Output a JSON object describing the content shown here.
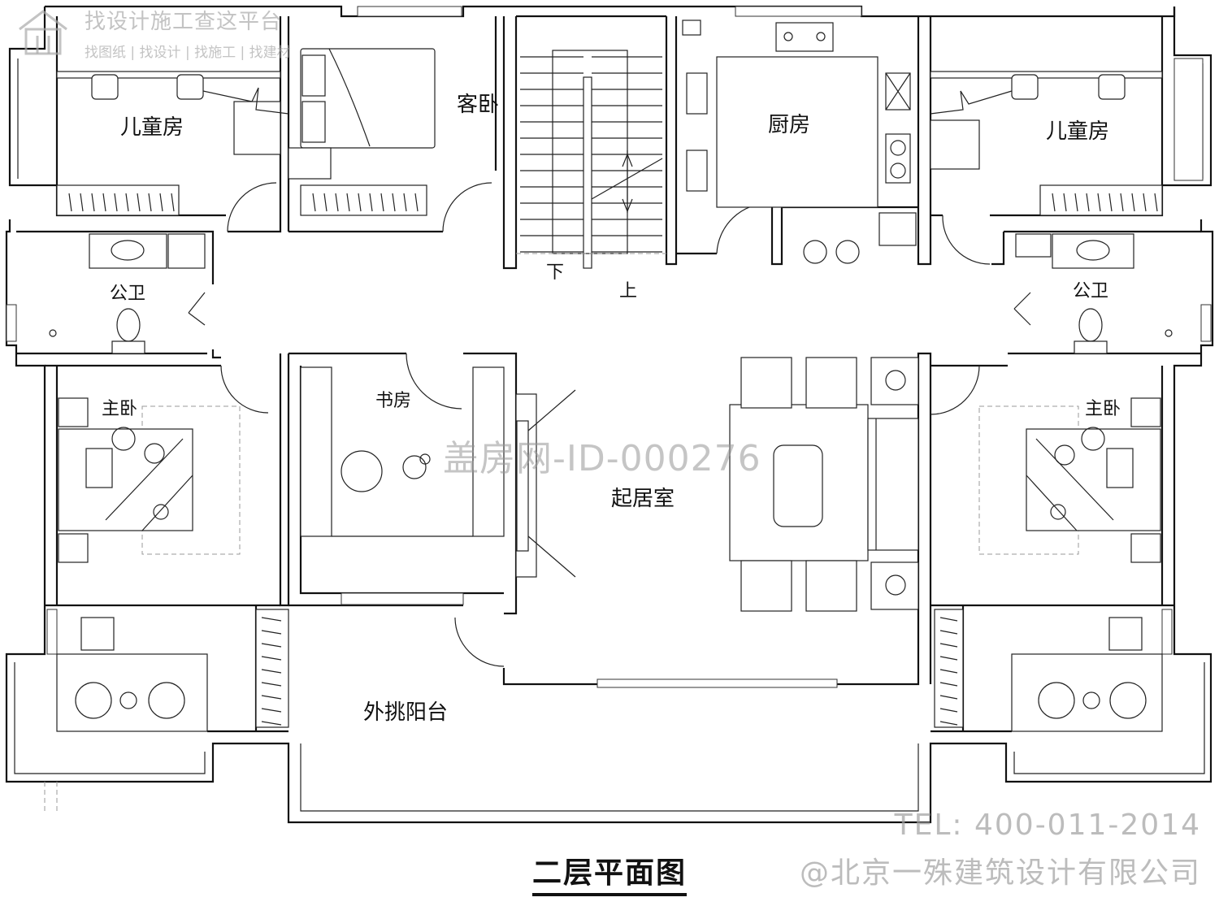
{
  "plan": {
    "title": "二层平面图",
    "rooms": {
      "children_room_left": "儿童房",
      "guest_room": "客卧",
      "kitchen": "厨房",
      "children_room_right": "儿童房",
      "bathroom_left": "公卫",
      "bathroom_right": "公卫",
      "master_bedroom_left": "主卧",
      "study": "书房",
      "living_room": "起居室",
      "master_bedroom_right": "主卧",
      "balcony": "外挑阳台"
    },
    "stairs": {
      "down": "下",
      "up": "上"
    }
  },
  "watermarks": {
    "center": "盖房网-ID-000276",
    "tel": "TEL: 400-011-2014",
    "company": "@北京一殊建筑设计有限公司",
    "top": "找设计施工查这平台",
    "top_sub": "找图纸 | 找设计 | 找施工 | 找建材"
  },
  "colors": {
    "line": "#111111",
    "background": "#ffffff",
    "watermark": "#a0a0a0"
  }
}
